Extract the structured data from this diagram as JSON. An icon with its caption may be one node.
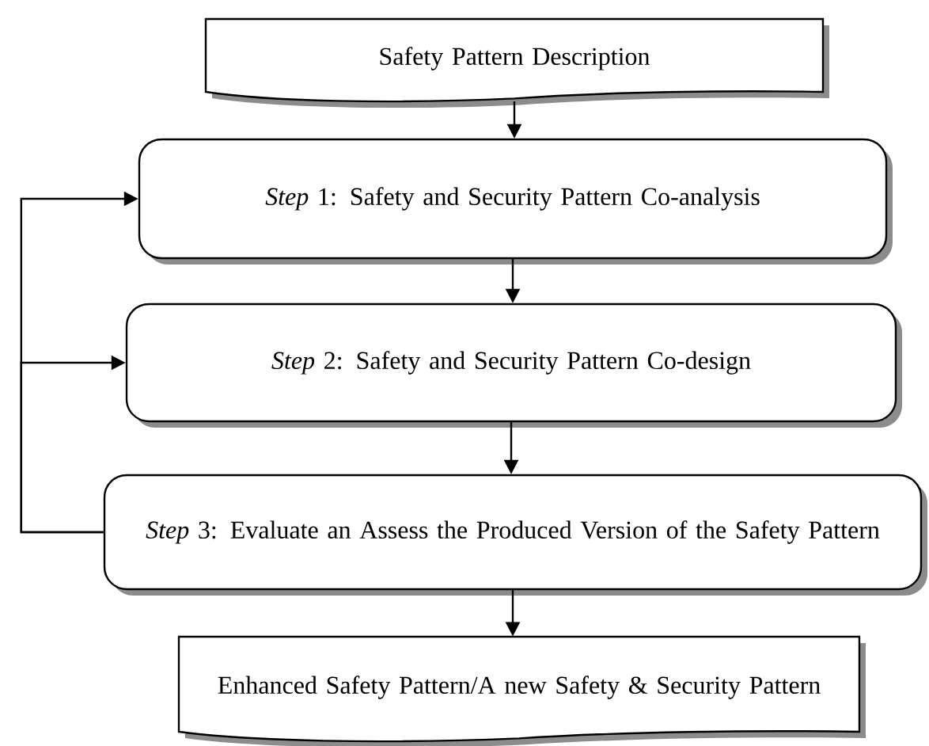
{
  "diagram": {
    "nodes": [
      {
        "text": [
          "Safety Pattern Description"
        ]
      },
      {
        "text": [
          "*Step* 1: Safety and Security Pattern Co-analysis"
        ]
      },
      {
        "text": [
          "*Step* 2: Safety and Security Pattern Co-design"
        ]
      },
      {
        "text": [
          "*Step* 3: Evaluate an Assess the Produced Version of the Safety Pattern"
        ]
      },
      {
        "text": [
          "Enhanced Safety Pattern/A new Safety & Security Pattern"
        ]
      }
    ],
    "edges": [
      {
        "from": 0,
        "to": 1,
        "arrow": "to"
      },
      {
        "from": 1,
        "to": 2,
        "arrow": "to"
      },
      {
        "from": 2,
        "to": 3,
        "arrow": "to"
      },
      {
        "from": 3,
        "to": 4,
        "arrow": "to"
      },
      {
        "from": 3,
        "to": 1,
        "arrow": "to"
      },
      {
        "from": 3,
        "to": 2,
        "arrow": "to"
      }
    ]
  }
}
